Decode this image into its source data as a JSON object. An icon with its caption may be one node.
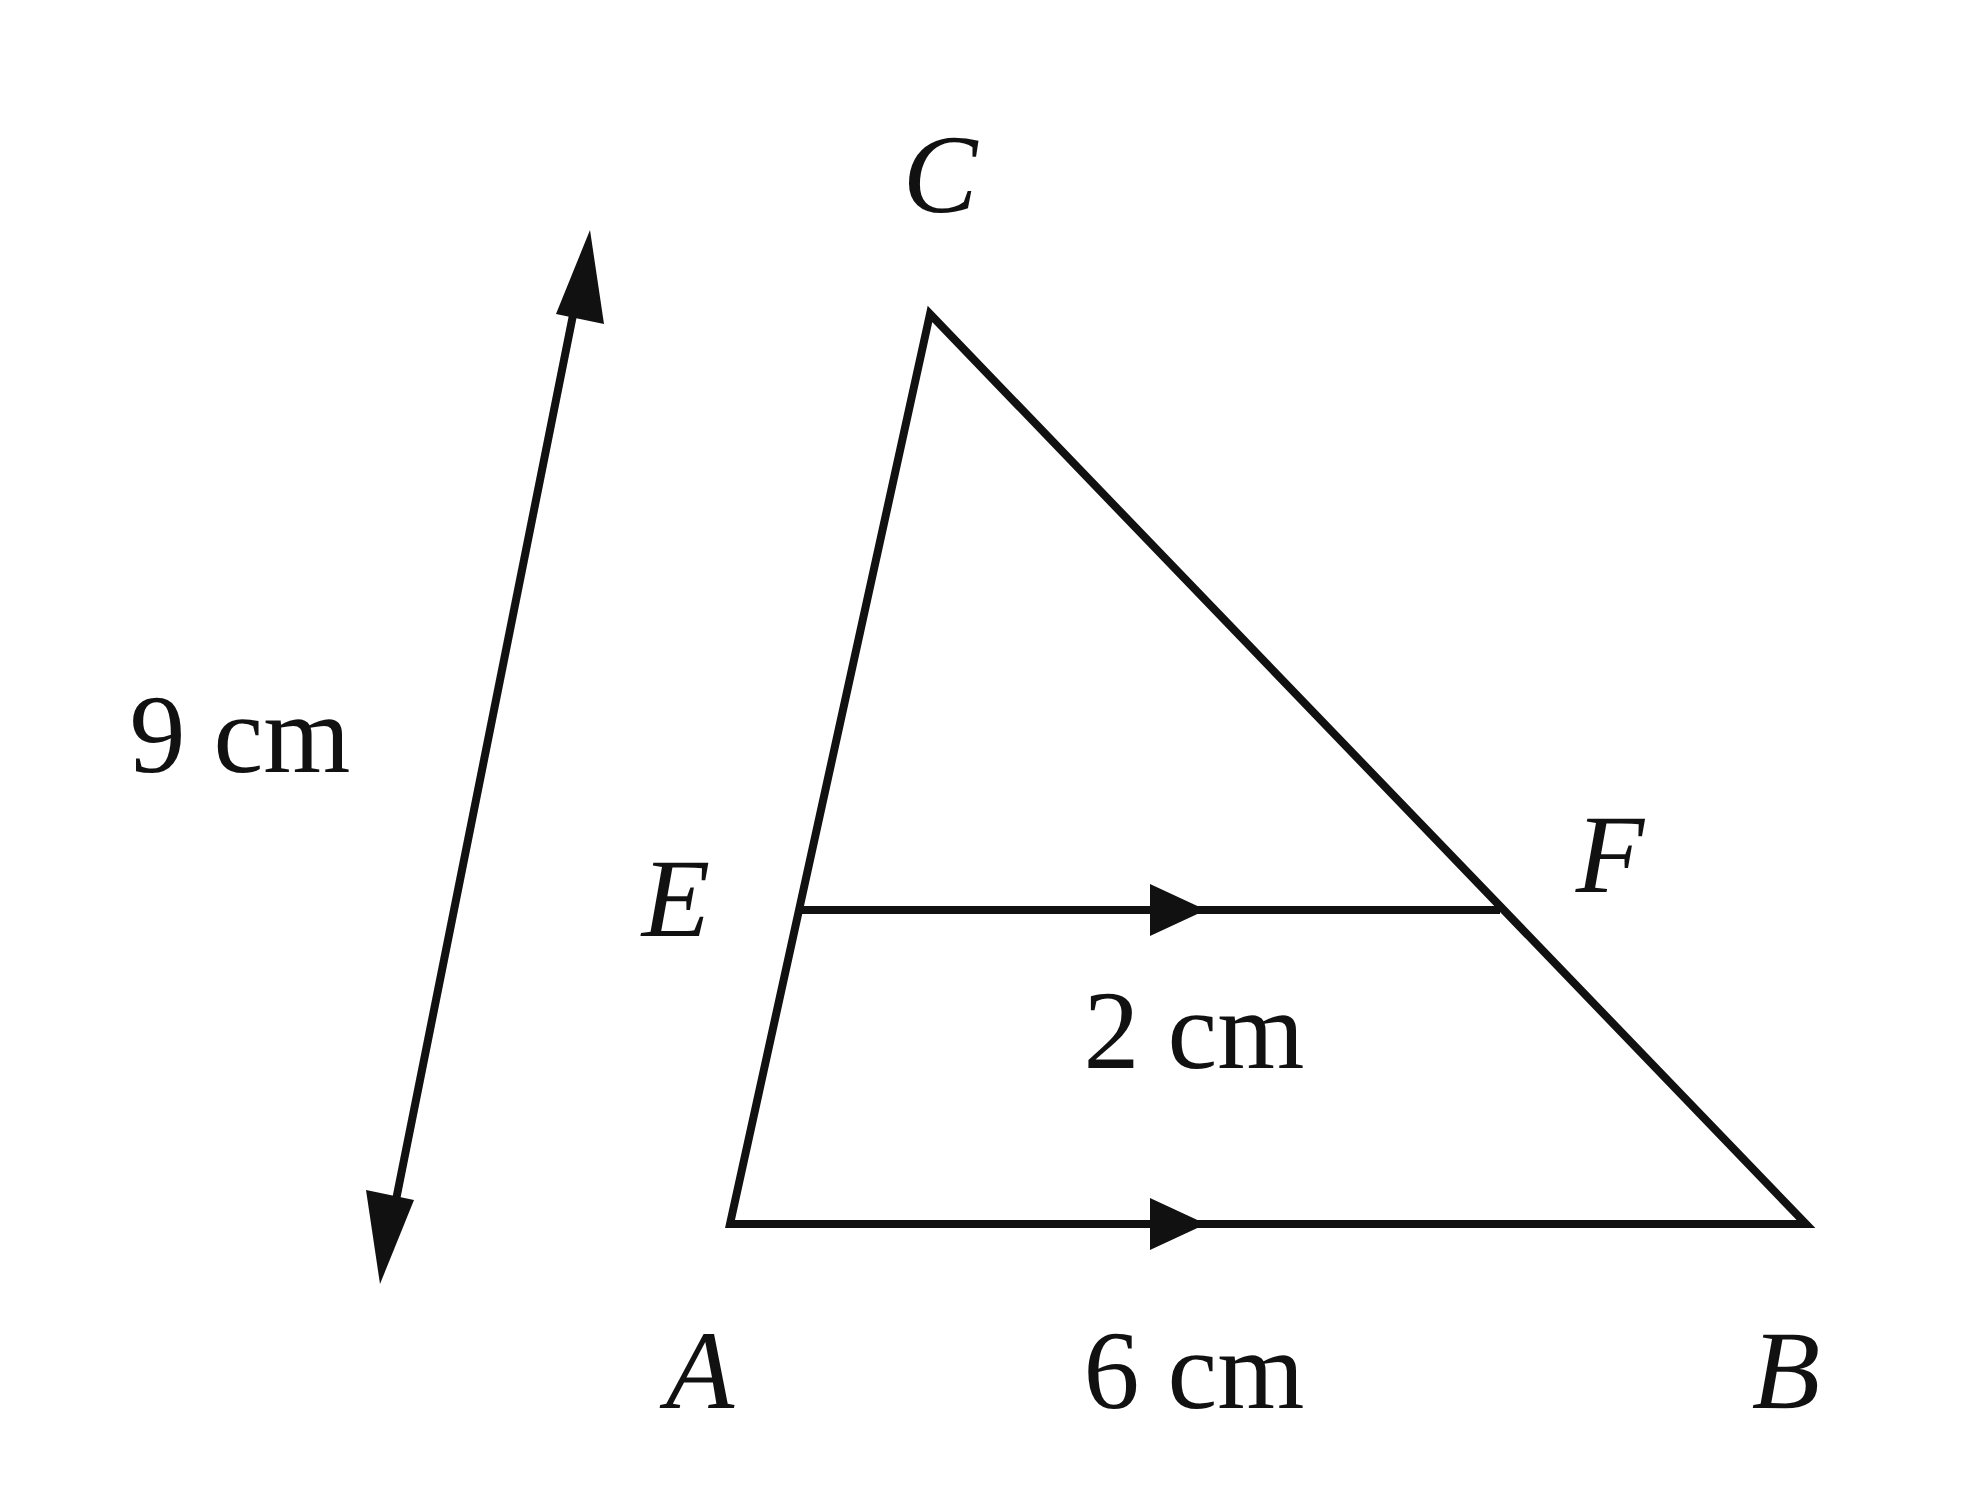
{
  "diagram": {
    "labels": [
      "C",
      "9 cm",
      "E",
      "F",
      "2 cm",
      "A",
      "6 cm",
      "B"
    ]
  }
}
